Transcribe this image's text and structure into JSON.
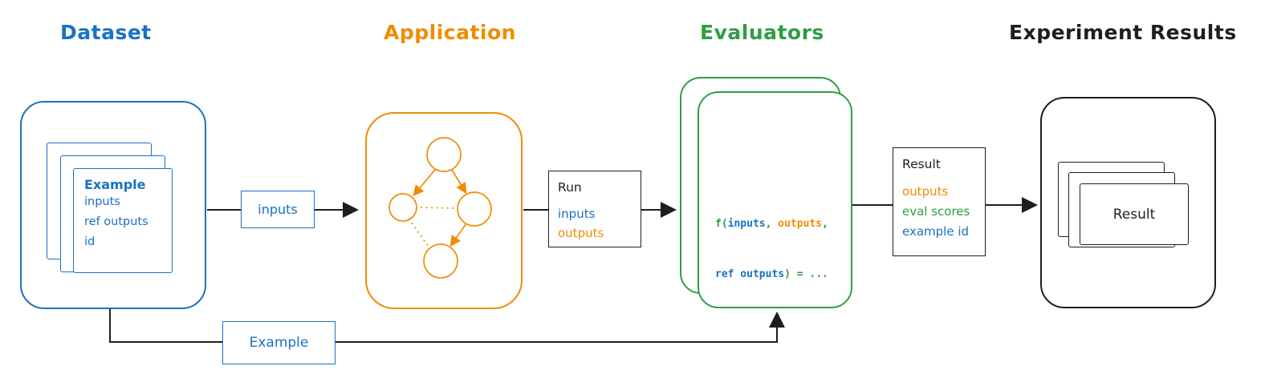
{
  "colors": {
    "blue": "#1971c2",
    "orange": "#f08c00",
    "green": "#2f9e44",
    "black": "#1e1e1e"
  },
  "titles": {
    "dataset": "Dataset",
    "application": "Application",
    "evaluators": "Evaluators",
    "experiment_results": "Experiment Results"
  },
  "dataset": {
    "card": {
      "title": "Example",
      "fields": [
        "inputs",
        "ref outputs",
        "id"
      ]
    }
  },
  "connectors": {
    "inputs_label": "inputs",
    "example_label": "Example"
  },
  "run_box": {
    "title": "Run",
    "inputs": "inputs",
    "outputs": "outputs"
  },
  "evaluators": {
    "code": {
      "l1_fn": "f(",
      "l1_inputs": "inputs",
      "l1_sep": ", ",
      "l1_outputs": "outputs",
      "l1_comma": ",",
      "l2_ref": "ref outputs",
      "l2_close": ") = ..."
    }
  },
  "result_box": {
    "title": "Result",
    "outputs": "outputs",
    "eval_scores": "eval scores",
    "example_id": "example id"
  },
  "experiment": {
    "card_title": "Result"
  }
}
